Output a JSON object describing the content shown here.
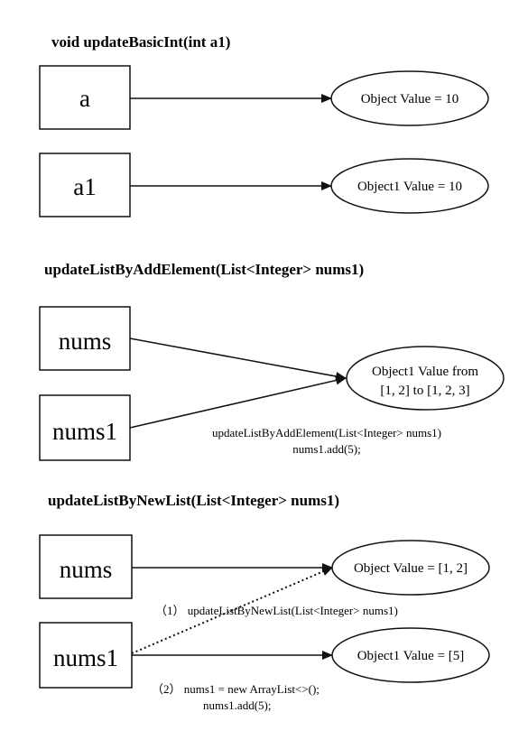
{
  "sections": [
    {
      "title": "void updateBasicInt(int a1)",
      "variables": [
        "a",
        "a1"
      ],
      "objects": [
        "Object Value = 10",
        "Object1 Value = 10"
      ]
    },
    {
      "title": "updateListByAddElement(List<Integer> nums1)",
      "variables": [
        "nums",
        "nums1"
      ],
      "object_lines": [
        "Object1 Value from",
        "[1, 2] to [1, 2, 3]"
      ],
      "note_lines": [
        "updateListByAddElement(List<Integer> nums1)",
        "nums1.add(5);"
      ]
    },
    {
      "title": "updateListByNewList(List<Integer> nums1)",
      "variables": [
        "nums",
        "nums1"
      ],
      "objects": [
        "Object Value = [1, 2]",
        "Object1 Value = [5]"
      ],
      "note1": "（1） updateListByNewList(List<Integer> nums1)",
      "note2_lines": [
        "（2） nums1 = new ArrayList<>();",
        "nums1.add(5);"
      ]
    }
  ]
}
